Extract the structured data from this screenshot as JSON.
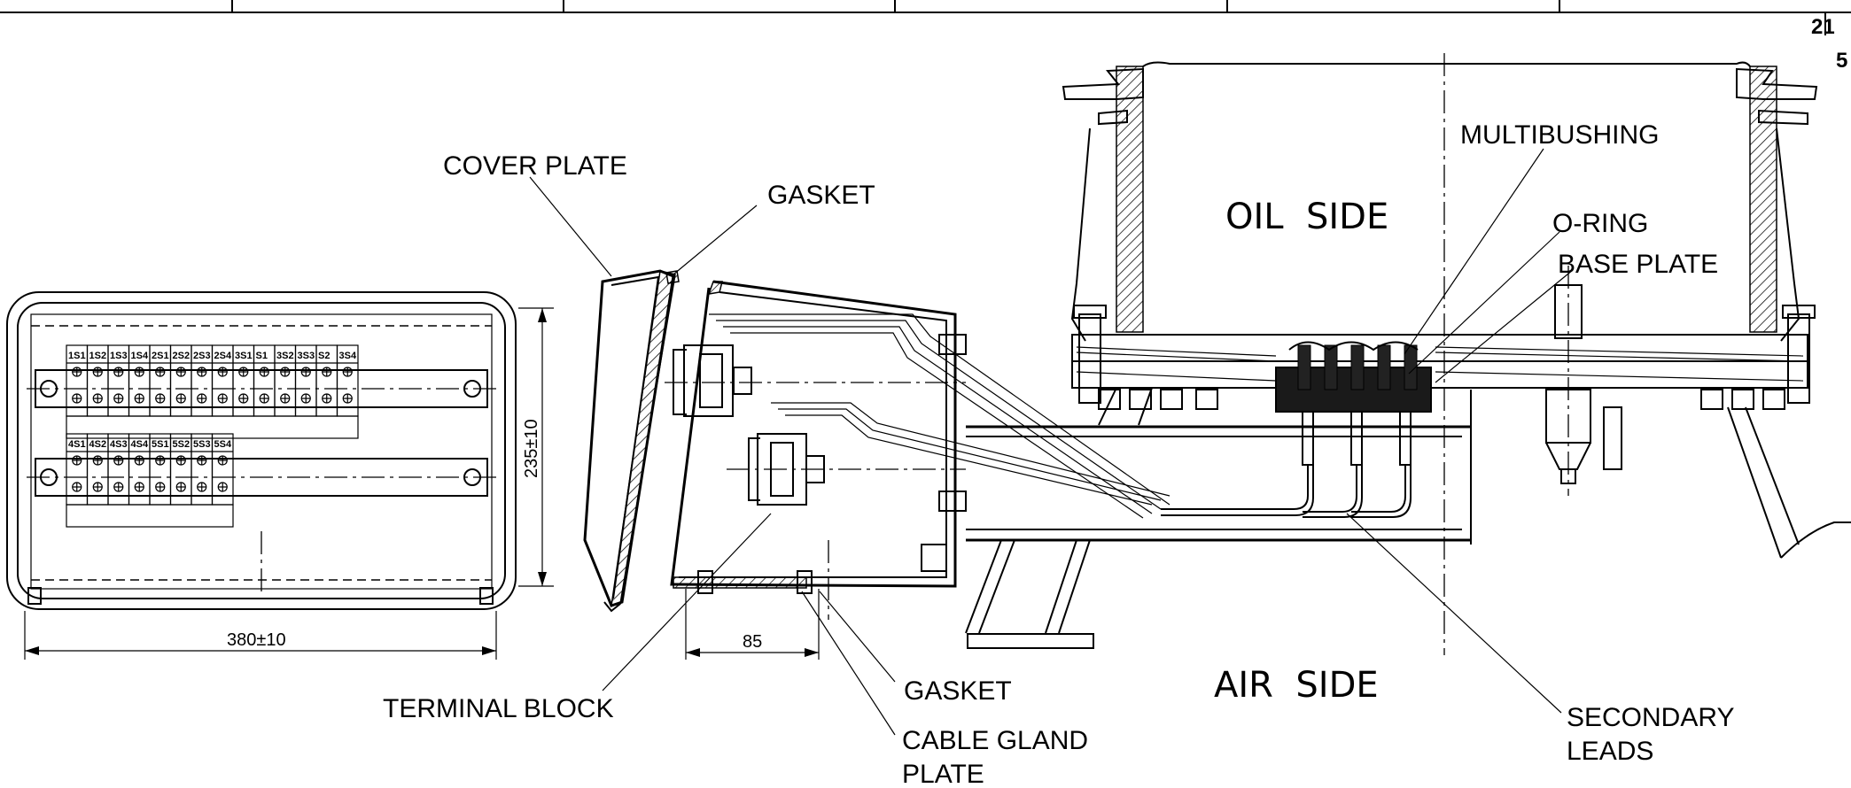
{
  "labels": {
    "cover_plate": "COVER PLATE",
    "gasket_top": "GASKET",
    "terminal_block": "TERMINAL BLOCK",
    "gasket_bottom": "GASKET",
    "cable_gland_plate_1": "CABLE GLAND",
    "cable_gland_plate_2": "PLATE",
    "oil_side": "OIL  SIDE",
    "air_side": "AIR  SIDE",
    "multibushing": "MULTIBUSHING",
    "o_ring": "O-RING",
    "base_plate": "BASE PLATE",
    "secondary_leads_1": "SECONDARY",
    "secondary_leads_2": "LEADS"
  },
  "dimensions": {
    "width": "380±10",
    "height": "235±10",
    "gland": "85"
  },
  "corner": {
    "a": "21",
    "b": "5"
  },
  "terminals": {
    "row1": [
      "1S1",
      "1S2",
      "1S3",
      "1S4",
      "2S1",
      "2S2",
      "2S3",
      "2S4",
      "3S1",
      "S1",
      "3S2",
      "3S3",
      "S2",
      "3S4"
    ],
    "row2": [
      "4S1",
      "4S2",
      "4S3",
      "4S4",
      "5S1",
      "5S2",
      "5S3",
      "5S4"
    ]
  }
}
